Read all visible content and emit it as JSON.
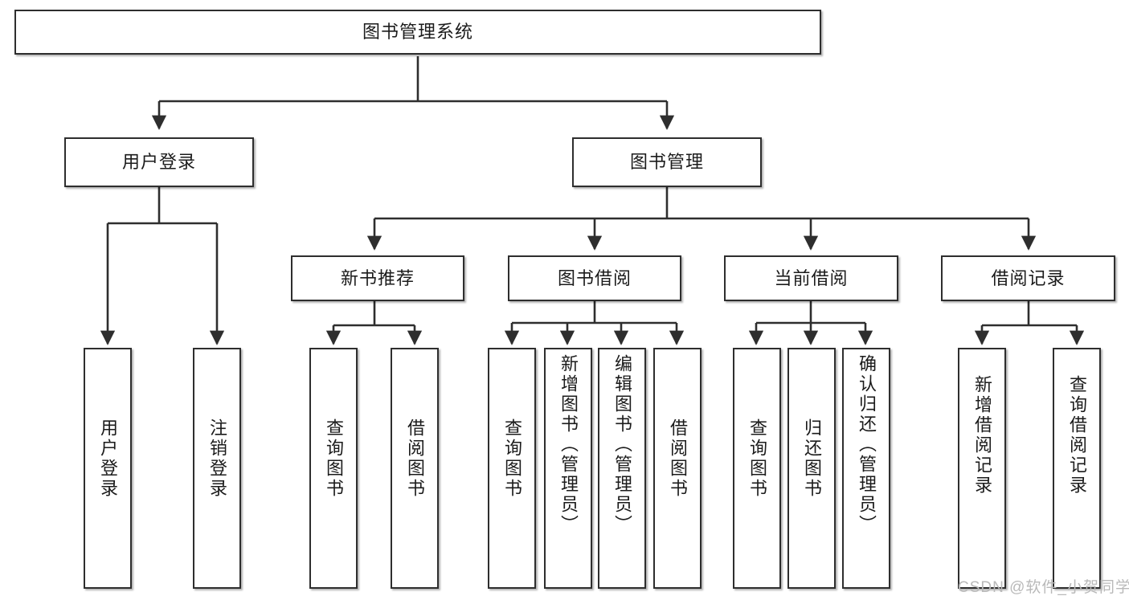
{
  "diagram": {
    "title": "图书管理系统",
    "type": "tree-structure-chart",
    "watermark": "CSDN @软件_小贺同学",
    "colors": {
      "node_border": "#2e2e2e",
      "node_fill": "#ffffff",
      "edge": "#2e2e2e",
      "text": "#1b1b1b",
      "watermark": "#b9b9b9",
      "background": "#ffffff"
    },
    "nodes": {
      "root": {
        "label": "图书管理系统"
      },
      "level2": [
        {
          "label": "用户登录"
        },
        {
          "label": "图书管理"
        }
      ],
      "level3": [
        {
          "label": "新书推荐"
        },
        {
          "label": "图书借阅"
        },
        {
          "label": "当前借阅"
        },
        {
          "label": "借阅记录"
        }
      ],
      "leaves_user_login": [
        {
          "label": "用户登录"
        },
        {
          "label": "注销登录"
        }
      ],
      "leaves_new_book": [
        {
          "label": "查询图书"
        },
        {
          "label": "借阅图书"
        }
      ],
      "leaves_borrow": [
        {
          "label": "查询图书"
        },
        {
          "label": "新增图书（管理员）"
        },
        {
          "label": "编辑图书（管理员）"
        },
        {
          "label": "借阅图书"
        }
      ],
      "leaves_current": [
        {
          "label": "查询图书"
        },
        {
          "label": "归还图书"
        },
        {
          "label": "确认归还（管理员）"
        }
      ],
      "leaves_records": [
        {
          "label": "新增借阅记录"
        },
        {
          "label": "查询借阅记录"
        }
      ]
    }
  }
}
